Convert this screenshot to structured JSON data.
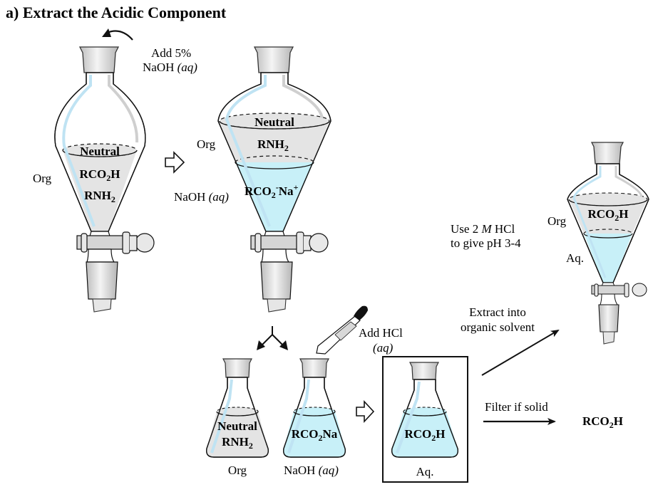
{
  "title": "a) Extract the Acidic Component",
  "step1": {
    "reagent_line1": "Add 5%",
    "reagent_line2_main": "NaOH ",
    "reagent_line2_italic": "(aq)",
    "layer_label": "Org",
    "contents": [
      "Neutral",
      "RCO2H",
      "RNH2"
    ]
  },
  "step2": {
    "top_layer_label": "Org",
    "bottom_layer_label_main": "NaOH ",
    "bottom_layer_label_italic": "(aq)",
    "top_contents": [
      "Neutral",
      "RNH2"
    ],
    "bottom_contents": "RCO2-Na+"
  },
  "flasks": {
    "org_contents": [
      "Neutral",
      "RNH2"
    ],
    "org_label": "Org",
    "aq_contents": "RCO2Na",
    "aq_label_main": "NaOH ",
    "aq_label_italic": "(aq)"
  },
  "acidify": {
    "reagent_line1": "Add HCl",
    "reagent_line2": "(aq)",
    "contents": "RCO2H",
    "label": "Aq."
  },
  "extract": {
    "arrow_label_line1": "Extract into",
    "arrow_label_line2": "organic solvent",
    "note_line1_a": "Use 2 ",
    "note_line1_italic": "M",
    "note_line1_b": " HCl",
    "note_line2": "to give pH 3-4",
    "org_label": "Org",
    "aq_label": "Aq.",
    "contents": "RCO2H"
  },
  "filter": {
    "arrow_label": "Filter if solid",
    "product": "RCO2H"
  },
  "colors": {
    "aqueous": "#c8f0f8",
    "organic": "#e4e4e4",
    "glass_highlight": "#bfe3f3",
    "stopper": "#d9d9d9",
    "outline": "#111111"
  }
}
